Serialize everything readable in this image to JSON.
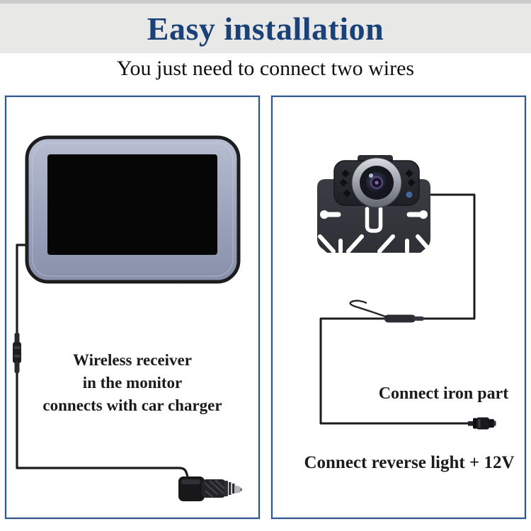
{
  "header": {
    "title": "Easy installation",
    "subtitle": "You just need to connect two wires"
  },
  "left_panel": {
    "caption_lines": [
      "Wireless receiver",
      "in the monitor",
      "connects with car charger"
    ]
  },
  "right_panel": {
    "label_iron": "Connect iron part",
    "label_reverse": "Connect reverse light + 12V"
  },
  "colors": {
    "title_blue": "#1b4278",
    "panel_border_blue": "#31568c",
    "header_band_gray": "#e8e8e6",
    "wire_black": "#1c1c1c",
    "camera_indicator_blue": "#44639f",
    "monitor_frame_silver": "#9fa7bf"
  }
}
